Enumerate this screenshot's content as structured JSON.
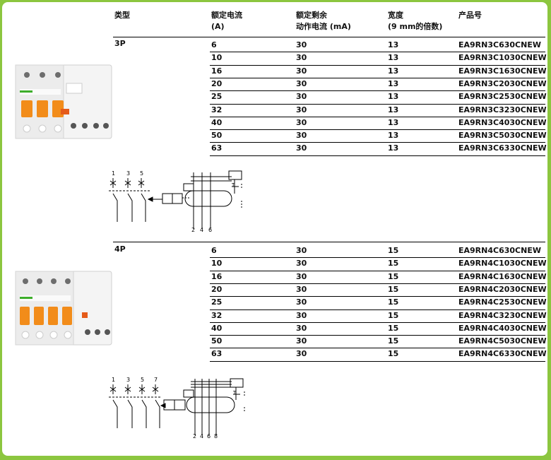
{
  "headers": {
    "type": "类型",
    "current": "额定电流",
    "current_unit": "(A)",
    "residual": "额定剩余",
    "residual_unit": "动作电流 (mA)",
    "width": "宽度",
    "width_unit": "(9 mm的倍数)",
    "product": "产品号"
  },
  "sections": [
    {
      "label": "3P",
      "terminals_top": [
        "1",
        "3",
        "5"
      ],
      "terminals_bottom": [
        "2",
        "4",
        "6"
      ],
      "rows": [
        {
          "current": "6",
          "residual": "30",
          "width": "13",
          "product": "EA9RN3C630CNEW"
        },
        {
          "current": "10",
          "residual": "30",
          "width": "13",
          "product": "EA9RN3C1030CNEW"
        },
        {
          "current": "16",
          "residual": "30",
          "width": "13",
          "product": "EA9RN3C1630CNEW"
        },
        {
          "current": "20",
          "residual": "30",
          "width": "13",
          "product": "EA9RN3C2030CNEW"
        },
        {
          "current": "25",
          "residual": "30",
          "width": "13",
          "product": "EA9RN3C2530CNEW"
        },
        {
          "current": "32",
          "residual": "30",
          "width": "13",
          "product": "EA9RN3C3230CNEW"
        },
        {
          "current": "40",
          "residual": "30",
          "width": "13",
          "product": "EA9RN3C4030CNEW"
        },
        {
          "current": "50",
          "residual": "30",
          "width": "13",
          "product": "EA9RN3C5030CNEW"
        },
        {
          "current": "63",
          "residual": "30",
          "width": "13",
          "product": "EA9RN3C6330CNEW"
        }
      ]
    },
    {
      "label": "4P",
      "terminals_top": [
        "1",
        "3",
        "5",
        "7"
      ],
      "terminals_bottom": [
        "2",
        "4",
        "6",
        "8"
      ],
      "rows": [
        {
          "current": "6",
          "residual": "30",
          "width": "15",
          "product": "EA9RN4C630CNEW"
        },
        {
          "current": "10",
          "residual": "30",
          "width": "15",
          "product": "EA9RN4C1030CNEW"
        },
        {
          "current": "16",
          "residual": "30",
          "width": "15",
          "product": "EA9RN4C1630CNEW"
        },
        {
          "current": "20",
          "residual": "30",
          "width": "15",
          "product": "EA9RN4C2030CNEW"
        },
        {
          "current": "25",
          "residual": "30",
          "width": "15",
          "product": "EA9RN4C2530CNEW"
        },
        {
          "current": "32",
          "residual": "30",
          "width": "15",
          "product": "EA9RN4C3230CNEW"
        },
        {
          "current": "40",
          "residual": "30",
          "width": "15",
          "product": "EA9RN4C4030CNEW"
        },
        {
          "current": "50",
          "residual": "30",
          "width": "15",
          "product": "EA9RN4C5030CNEW"
        },
        {
          "current": "63",
          "residual": "30",
          "width": "15",
          "product": "EA9RN4C6330CNEW"
        }
      ]
    }
  ],
  "colors": {
    "border": "#8cc63f",
    "device_body": "#f2f2f2",
    "handle": "#f28c1a",
    "brand": "#3dae2b"
  },
  "icons": [
    "breaker-3p-image",
    "breaker-4p-image",
    "wiring-diagram-3p",
    "wiring-diagram-4p"
  ]
}
